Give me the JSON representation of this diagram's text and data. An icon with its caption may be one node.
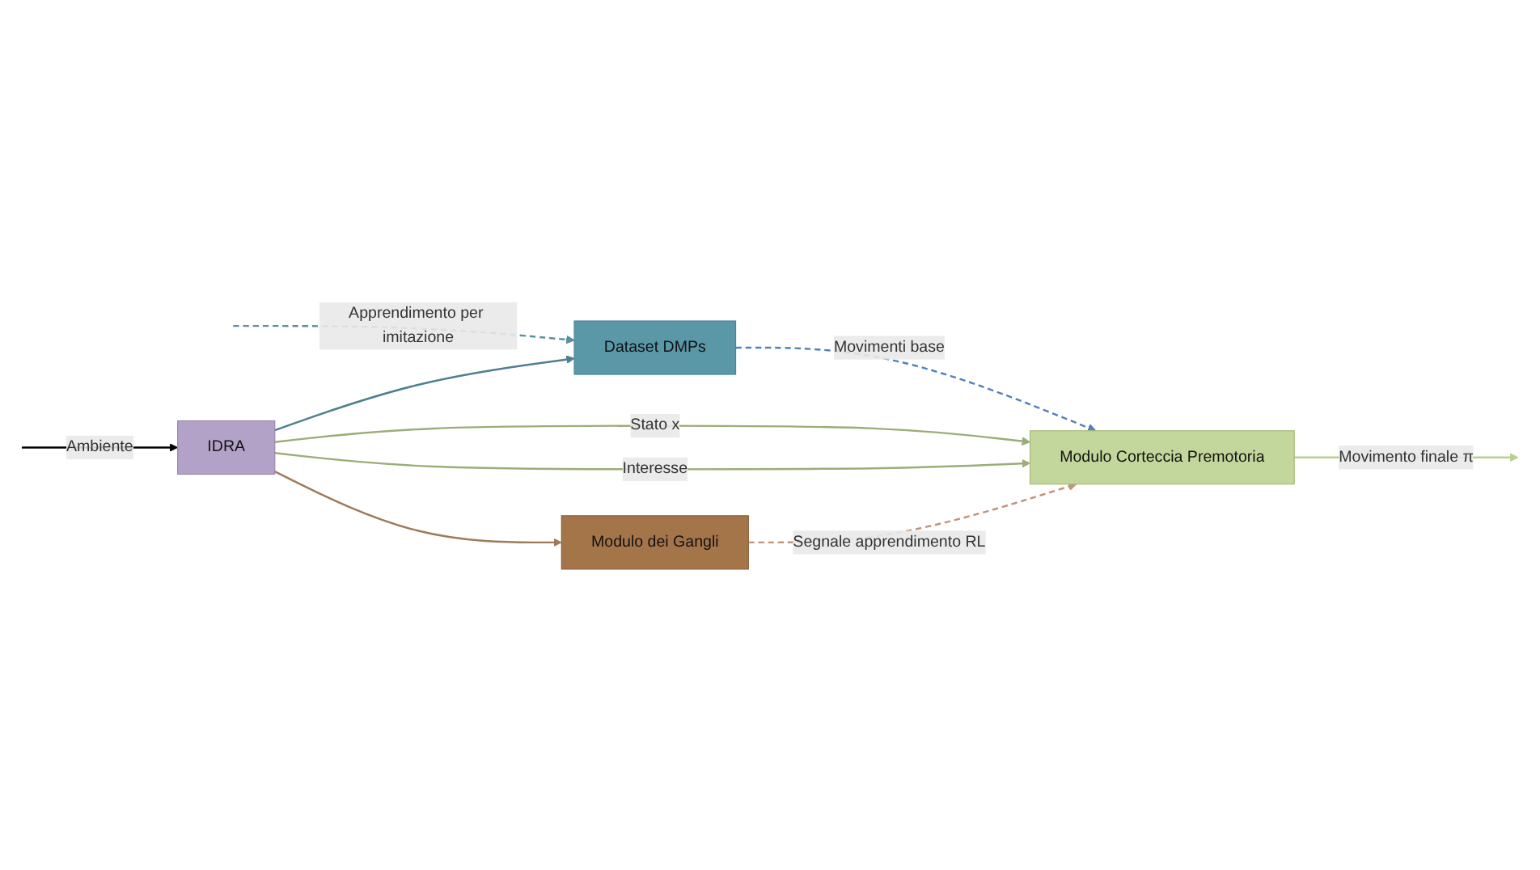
{
  "diagram": {
    "nodes": [
      {
        "text": [
          "Dataset DMPs"
        ]
      },
      {
        "text": [
          "IDRA"
        ]
      },
      {
        "text": [
          "Modulo Corteccia Premotoria"
        ]
      },
      {
        "text": [
          "Modulo dei Gangli"
        ]
      }
    ],
    "edges": [
      {
        "from": null,
        "to": 0,
        "arrow": "to",
        "label": "Apprendimento per imitazione",
        "style": "dashed",
        "color": "#5b8fa3"
      },
      {
        "from": 1,
        "to": 0,
        "arrow": "to",
        "color": "#4f7f91"
      },
      {
        "from": null,
        "to": 1,
        "arrow": "to",
        "label": "Ambiente",
        "color": "#000000"
      },
      {
        "from": 0,
        "to": 2,
        "arrow": "to",
        "label": "Movimenti base",
        "style": "dashed",
        "color": "#4f81bd"
      },
      {
        "from": 1,
        "to": 2,
        "arrow": "to",
        "label": "Stato x",
        "color": "#9bad78"
      },
      {
        "from": 1,
        "to": 2,
        "arrow": "to",
        "label": "Interesse",
        "color": "#9bad78"
      },
      {
        "from": 2,
        "to": null,
        "arrow": "to",
        "label": "Movimento finale π",
        "color": "#b8cf8e"
      },
      {
        "from": 1,
        "to": 3,
        "arrow": "to",
        "color": "#9e7a5a"
      },
      {
        "from": 3,
        "to": 2,
        "arrow": "to",
        "label": "Segnale apprendimento RL",
        "style": "dashed",
        "color": "#c09478"
      }
    ]
  }
}
